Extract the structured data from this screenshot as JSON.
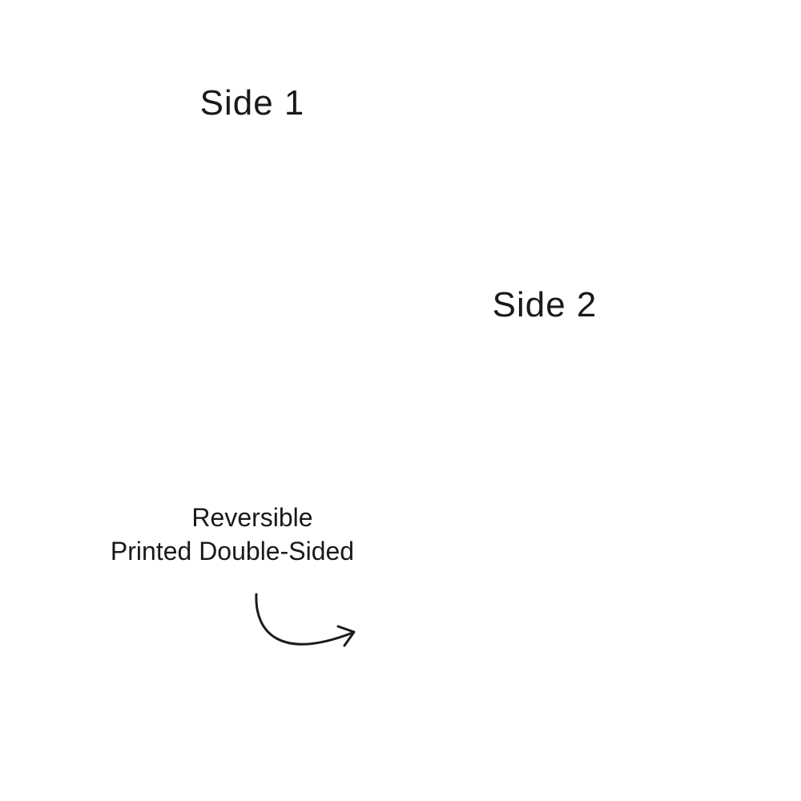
{
  "side1": {
    "label": "Side 1"
  },
  "side2": {
    "label": "Side 2"
  },
  "description": {
    "line1": "Reversible",
    "line2": "Printed Double-Sided"
  },
  "colors": {
    "pumpkin": "#f07f1e",
    "pumpkin_dark": "#e36a12",
    "leaf_red": "#d93a1f",
    "leaf_yellow": "#f3b13a",
    "branch_dark": "#2b2b2b",
    "background": "#ffffff"
  },
  "icons": [
    "pumpkin-icon",
    "oak-leaf-icon",
    "maple-leaf-icon",
    "branch-icon",
    "curl-vine-icon",
    "curved-arrow-icon"
  ]
}
